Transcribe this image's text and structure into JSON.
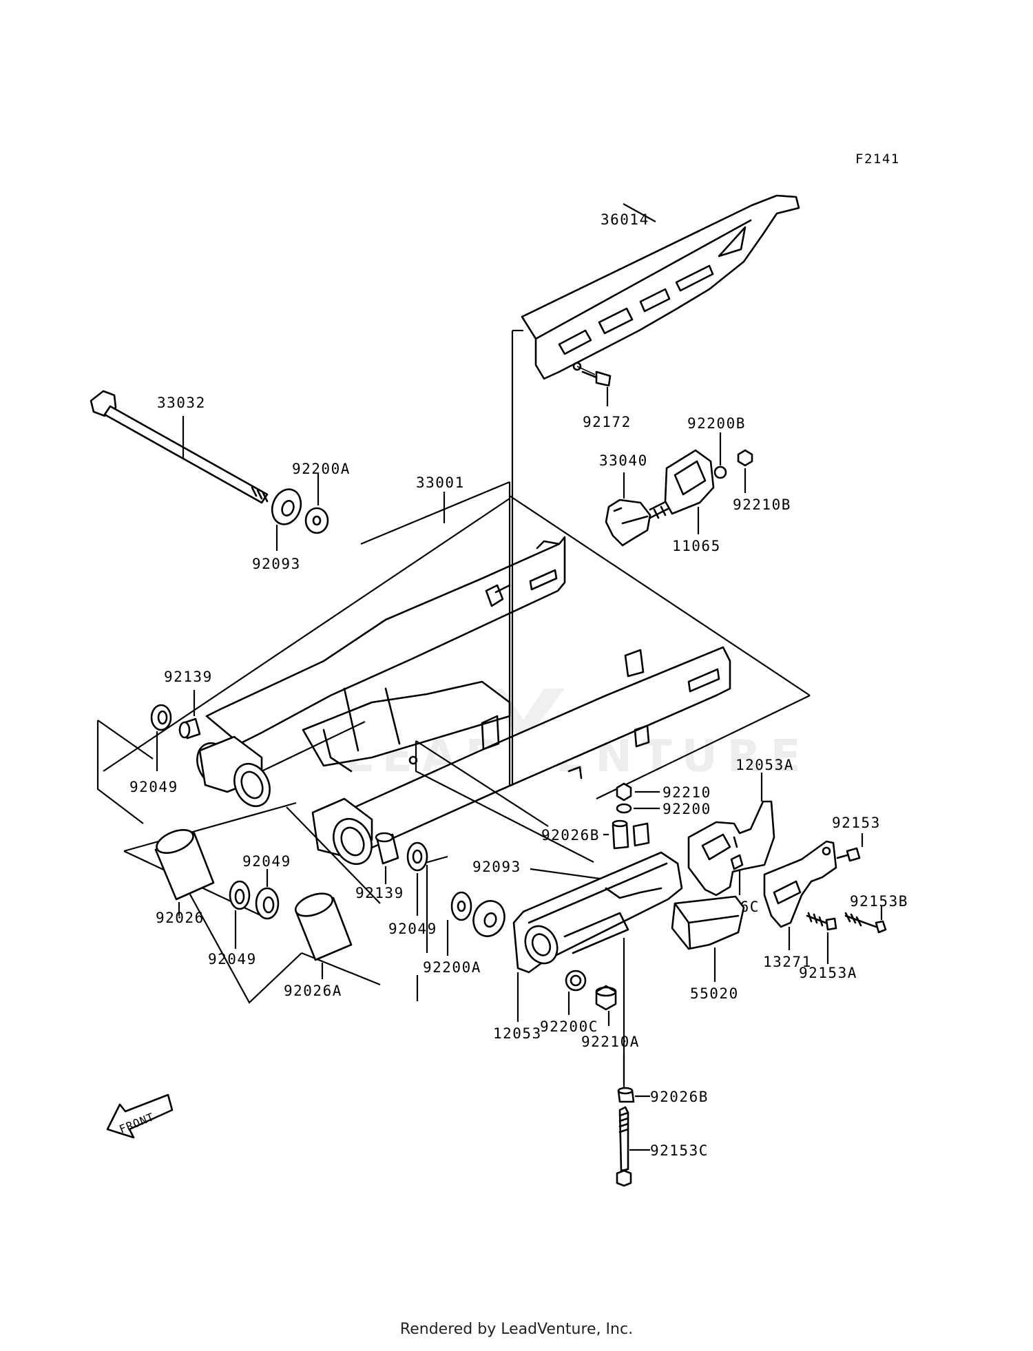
{
  "figure_code": "F2141",
  "footer_text": "Rendered by LeadVenture, Inc.",
  "watermark_text": "LEADVENTURE",
  "front_arrow_text": "FRONT",
  "parts": {
    "p36014": "36014",
    "p92172": "92172",
    "p33032": "33032",
    "p92200A_top": "92200A",
    "p92093_top": "92093",
    "p33001": "33001",
    "p92200B": "92200B",
    "p33040": "33040",
    "p92210B": "92210B",
    "p11065": "11065",
    "p92139_left": "92139",
    "p92049_left": "92049",
    "p12053A": "12053A",
    "p92210": "92210",
    "p92200": "92200",
    "p92026B_mid": "92026B",
    "p92153": "92153",
    "p92093_mid": "92093",
    "p92049_a": "92049",
    "p92139_mid": "92139",
    "p92049_b": "92049",
    "p92026C": "92026C",
    "p92153B": "92153B",
    "p92026": "92026",
    "p92200A_mid": "92200A",
    "p92049_c": "92049",
    "p13271": "13271",
    "p92153A": "92153A",
    "p92026A": "92026A",
    "p55020": "55020",
    "p92200C": "92200C",
    "p12053": "12053",
    "p92210A": "92210A",
    "p92026B_bot": "92026B",
    "p92153C": "92153C"
  }
}
